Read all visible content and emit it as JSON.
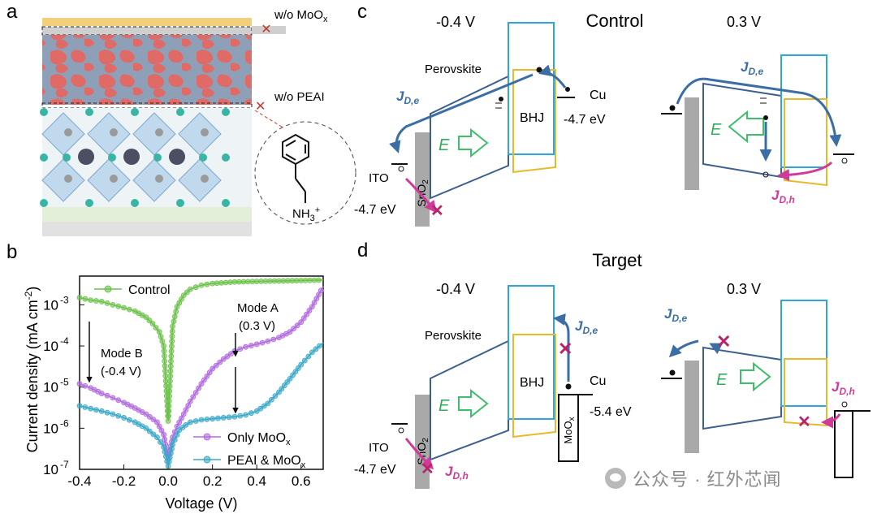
{
  "panels": {
    "a": {
      "label": "a",
      "moox_label": "w/o MoO",
      "moox_sub": "x",
      "peai_label": "w/o PEAI",
      "nh3_label": "NH",
      "nh3_sub": "3",
      "nh3_sup": "+"
    },
    "b": {
      "label": "b",
      "ylabel": "Current density (mA cm",
      "ylabel_sup": "-2",
      "ylabel_end": ")",
      "xlabel": "Voltage (V)",
      "mode_a_line1": "Mode A",
      "mode_a_line2": "(0.3 V)",
      "mode_b_line1": "Mode B",
      "mode_b_line2": "(-0.4 V)"
    },
    "c": {
      "label": "c",
      "title": "Control",
      "left_bias": "-0.4 V",
      "right_bias": "0.3 V",
      "perovskite": "Perovskite",
      "bhj": "BHJ",
      "cu": "Cu",
      "cu_level": "-4.7 eV",
      "ito": "ITO",
      "ito_level": "-4.7 eV",
      "sno2": "SnO",
      "sno2_sub": "2",
      "field": "E",
      "je": "J",
      "je_sub": "D,e",
      "jh": "J",
      "jh_sub": "D,h"
    },
    "d": {
      "label": "d",
      "title": "Target",
      "left_bias": "-0.4 V",
      "right_bias": "0.3 V",
      "perovskite": "Perovskite",
      "bhj": "BHJ",
      "cu": "Cu",
      "cu_level": "-5.4 eV",
      "ito": "ITO",
      "ito_level": "-4.7 eV",
      "sno2": "SnO",
      "sno2_sub": "2",
      "moox": "MoO",
      "moox_sub": "x",
      "field": "E",
      "je": "J",
      "je_sub": "D,e",
      "jh": "J",
      "jh_sub": "D,h"
    }
  },
  "watermark": "公众号 · 红外芯闻",
  "colors": {
    "green": "#6cc24a",
    "purple": "#b36ae0",
    "teal": "#3aa9c9",
    "band_blue": "#3d5f8f",
    "arrow_blue": "#3b6ea5",
    "magenta": "#d23a9a",
    "cyan_band": "#2ea6dc",
    "yellow_band": "#e8b92b",
    "field_green": "#3bbf6a",
    "gray": "#a9a9a9"
  },
  "chart_data": {
    "type": "line",
    "title": "",
    "xlabel": "Voltage (V)",
    "ylabel": "Current density (mA cm-2)",
    "xlim": [
      -0.4,
      0.7
    ],
    "ylim": [
      1e-07,
      0.005
    ],
    "yscale": "log",
    "x_ticks": [
      -0.4,
      -0.2,
      0.0,
      0.2,
      0.4,
      0.6
    ],
    "x_tick_labels": [
      "-0.4",
      "-0.2",
      "0.0",
      "0.2",
      "0.4",
      "0.6"
    ],
    "y_ticks": [
      1e-07,
      1e-06,
      1e-05,
      0.0001,
      0.001
    ],
    "y_tick_labels": [
      "10",
      "10",
      "10",
      "10",
      "10"
    ],
    "y_tick_exps": [
      "-7",
      "-6",
      "-5",
      "-4",
      "-3"
    ],
    "legend_placement": "top-left (Control), bottom-right (others)",
    "grid": false,
    "series": [
      {
        "name": "Control",
        "color": "#6cc24a",
        "x": [
          -0.4,
          -0.35,
          -0.3,
          -0.25,
          -0.2,
          -0.15,
          -0.1,
          -0.07,
          -0.04,
          -0.02,
          0.0,
          0.02,
          0.04,
          0.07,
          0.1,
          0.15,
          0.2,
          0.3,
          0.4,
          0.5,
          0.6,
          0.7
        ],
        "y": [
          0.0015,
          0.0013,
          0.0012,
          0.001,
          0.00085,
          0.0007,
          0.0005,
          0.00035,
          0.00022,
          0.0001,
          1.5e-06,
          0.0003,
          0.0009,
          0.0017,
          0.0024,
          0.003,
          0.0033,
          0.0036,
          0.0037,
          0.0038,
          0.0039,
          0.004
        ]
      },
      {
        "name": "Only MoO",
        "name_sub": "x",
        "color": "#b36ae0",
        "x": [
          -0.4,
          -0.35,
          -0.3,
          -0.25,
          -0.2,
          -0.15,
          -0.1,
          -0.05,
          -0.02,
          0.0,
          0.02,
          0.04,
          0.07,
          0.1,
          0.15,
          0.2,
          0.25,
          0.3,
          0.35,
          0.4,
          0.45,
          0.5,
          0.55,
          0.6,
          0.65,
          0.7
        ],
        "y": [
          1.2e-05,
          9.5e-06,
          7e-06,
          5.5e-06,
          4.2e-06,
          3.1e-06,
          2.2e-06,
          1.4e-06,
          7e-07,
          1.8e-07,
          6e-07,
          1.1e-06,
          2.2e-06,
          4.5e-06,
          1.2e-05,
          2.8e-05,
          4.8e-05,
          7.5e-05,
          9.5e-05,
          0.00011,
          0.00013,
          0.00016,
          0.00022,
          0.00038,
          0.0009,
          0.0028
        ]
      },
      {
        "name": "PEAI & MoO",
        "name_sub": "x",
        "color": "#3aa9c9",
        "x": [
          -0.4,
          -0.35,
          -0.3,
          -0.25,
          -0.2,
          -0.15,
          -0.1,
          -0.05,
          -0.02,
          0.0,
          0.02,
          0.05,
          0.08,
          0.1,
          0.15,
          0.2,
          0.25,
          0.3,
          0.35,
          0.4,
          0.45,
          0.5,
          0.55,
          0.6,
          0.65,
          0.7
        ],
        "y": [
          3.5e-06,
          3e-06,
          2.6e-06,
          2.2e-06,
          1.8e-06,
          1.4e-06,
          1e-06,
          6e-07,
          3.5e-07,
          1.2e-07,
          4e-07,
          9e-07,
          1.2e-06,
          1.4e-06,
          1.6e-06,
          1.7e-06,
          1.8e-06,
          1.9e-06,
          2.1e-06,
          2.6e-06,
          4e-06,
          7.5e-06,
          1.6e-05,
          3.5e-05,
          7e-05,
          0.00012
        ]
      }
    ]
  }
}
